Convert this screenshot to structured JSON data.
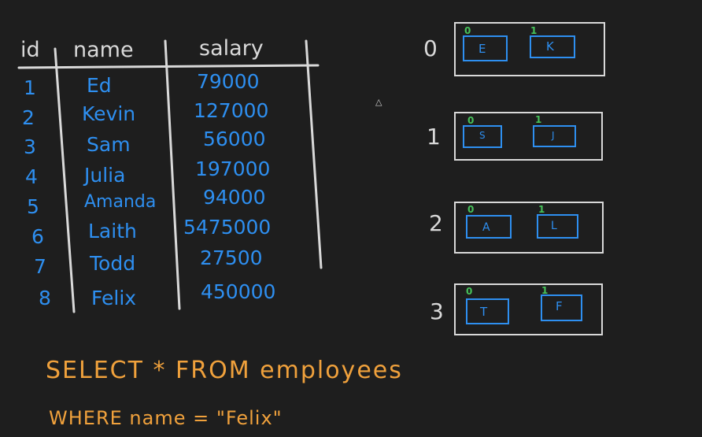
{
  "table": {
    "headers": [
      "id",
      "name",
      "salary"
    ],
    "rows": [
      {
        "id": "1",
        "name": "Ed",
        "salary": "79000"
      },
      {
        "id": "2",
        "name": "Kevin",
        "salary": "127000"
      },
      {
        "id": "3",
        "name": "Sam",
        "salary": "56000"
      },
      {
        "id": "4",
        "name": "Julia",
        "salary": "197000"
      },
      {
        "id": "5",
        "name": "Amanda",
        "salary": "94000"
      },
      {
        "id": "6",
        "name": "Laith",
        "salary": "5475000"
      },
      {
        "id": "7",
        "name": "Todd",
        "salary": "27500"
      },
      {
        "id": "8",
        "name": "Felix",
        "salary": "450000"
      }
    ]
  },
  "pages": [
    {
      "label": "0",
      "slot0_index": "0",
      "slot0_key": "E",
      "slot1_index": "1",
      "slot1_key": "K"
    },
    {
      "label": "1",
      "slot0_index": "0",
      "slot0_key": "S",
      "slot1_index": "1",
      "slot1_key": "J"
    },
    {
      "label": "2",
      "slot0_index": "0",
      "slot0_key": "A",
      "slot1_index": "1",
      "slot1_key": "L"
    },
    {
      "label": "3",
      "slot0_index": "0",
      "slot0_key": "T",
      "slot1_index": "1",
      "slot1_key": "F"
    }
  ],
  "query": {
    "line1": "SELECT * FROM employees",
    "line2": "WHERE name = \"Felix\""
  },
  "colors": {
    "background": "#1e1e1e",
    "ink_white": "#d9d9d9",
    "ink_blue": "#2e8ff0",
    "ink_green": "#46c25a",
    "ink_orange": "#f0a13c"
  },
  "cursor_icon": "mouse-pointer-icon"
}
